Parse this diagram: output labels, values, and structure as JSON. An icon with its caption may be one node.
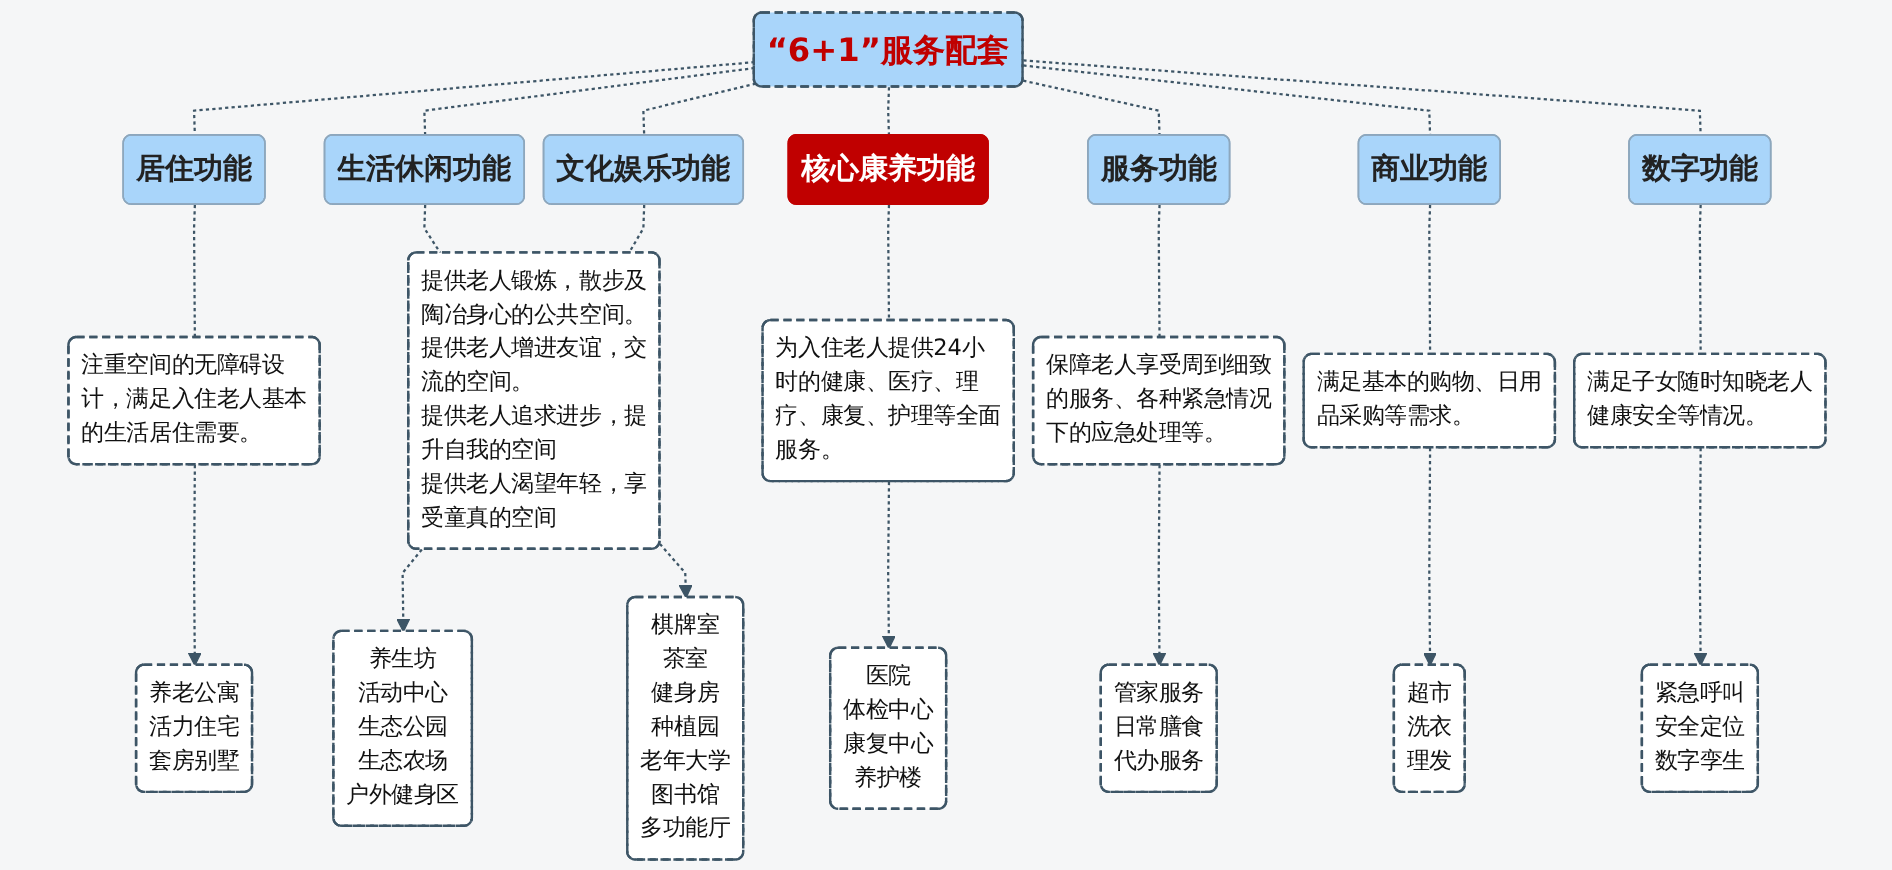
{
  "diagram": {
    "nodes": [
      {
        "text": [
          "“6+1”服务配套"
        ]
      },
      {
        "text": [
          "居住功能"
        ]
      },
      {
        "text": [
          "生活休闲功能"
        ]
      },
      {
        "text": [
          "文化娱乐功能"
        ]
      },
      {
        "text": [
          "核心康养功能"
        ]
      },
      {
        "text": [
          "服务功能"
        ]
      },
      {
        "text": [
          "商业功能"
        ]
      },
      {
        "text": [
          "数字功能"
        ]
      },
      {
        "text": [
          "注重空间的无障碍设计，满足入住老人基本的生活居住需要。"
        ]
      },
      {
        "text": [
          "提供老人锻炼，散步及陶冶身心的公共空间。",
          "提供老人增进友谊，交流的空间。",
          "提供老人追求进步，提升自我的空间",
          "提供老人渴望年轻，享受童真的空间"
        ]
      },
      {
        "text": [
          "为入住老人提供24小时的健康、医疗、理疗、康复、护理等全面服务。"
        ]
      },
      {
        "text": [
          "保障老人享受周到细致的服务、各种紧急情况下的应急处理等。"
        ]
      },
      {
        "text": [
          "满足基本的购物、日用品采购等需求。"
        ]
      },
      {
        "text": [
          "满足子女随时知晓老人健康安全等情况。"
        ]
      },
      {
        "text": [
          "养老公寓",
          "活力住宅",
          "套房别墅"
        ]
      },
      {
        "text": [
          "养生坊",
          "活动中心",
          "生态公园",
          "生态农场",
          "户外健身区"
        ]
      },
      {
        "text": [
          "棋牌室",
          "茶室",
          "健身房",
          "种植园",
          "老年大学",
          "图书馆",
          "多功能厅"
        ]
      },
      {
        "text": [
          "医院",
          "体检中心",
          "康复中心",
          "养护楼"
        ]
      },
      {
        "text": [
          "管家服务",
          "日常膳食",
          "代办服务"
        ]
      },
      {
        "text": [
          "超市",
          "洗衣",
          "理发"
        ]
      },
      {
        "text": [
          "紧急呼叫",
          "安全定位",
          "数字孪生"
        ]
      }
    ],
    "edges": [
      {
        "from": 0,
        "to": 1,
        "arrow": "none",
        "style": "dashed"
      },
      {
        "from": 0,
        "to": 2,
        "arrow": "none",
        "style": "dashed"
      },
      {
        "from": 0,
        "to": 3,
        "arrow": "none",
        "style": "dashed"
      },
      {
        "from": 0,
        "to": 4,
        "arrow": "none",
        "style": "dashed"
      },
      {
        "from": 0,
        "to": 5,
        "arrow": "none",
        "style": "dashed"
      },
      {
        "from": 0,
        "to": 6,
        "arrow": "none",
        "style": "dashed"
      },
      {
        "from": 0,
        "to": 7,
        "arrow": "none",
        "style": "dashed"
      },
      {
        "from": 1,
        "to": 8,
        "arrow": "none",
        "style": "dashed"
      },
      {
        "from": 2,
        "to": 9,
        "arrow": "none",
        "style": "dashed"
      },
      {
        "from": 3,
        "to": 9,
        "arrow": "none",
        "style": "dashed"
      },
      {
        "from": 4,
        "to": 10,
        "arrow": "none",
        "style": "dashed"
      },
      {
        "from": 5,
        "to": 11,
        "arrow": "none",
        "style": "dashed"
      },
      {
        "from": 6,
        "to": 12,
        "arrow": "none",
        "style": "dashed"
      },
      {
        "from": 7,
        "to": 13,
        "arrow": "none",
        "style": "dashed"
      },
      {
        "from": 8,
        "to": 14,
        "arrow": "to",
        "style": "dashed"
      },
      {
        "from": 9,
        "to": 15,
        "arrow": "to",
        "style": "dashed"
      },
      {
        "from": 9,
        "to": 16,
        "arrow": "to",
        "style": "dashed"
      },
      {
        "from": 10,
        "to": 17,
        "arrow": "to",
        "style": "dashed"
      },
      {
        "from": 11,
        "to": 18,
        "arrow": "to",
        "style": "dashed"
      },
      {
        "from": 12,
        "to": 19,
        "arrow": "to",
        "style": "dashed"
      },
      {
        "from": 13,
        "to": 20,
        "arrow": "to",
        "style": "dashed"
      }
    ]
  }
}
